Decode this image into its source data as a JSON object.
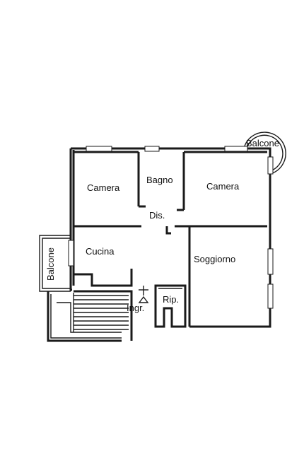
{
  "rooms": {
    "camera_left": "Camera",
    "bagno": "Bagno",
    "camera_right": "Camera",
    "dis": "Dis.",
    "cucina": "Cucina",
    "soggiorno": "Soggiorno",
    "ingr": "Ingr.",
    "rip": "Rip.",
    "balcone_top": "Balcone",
    "balcone_left": "Balcone"
  }
}
